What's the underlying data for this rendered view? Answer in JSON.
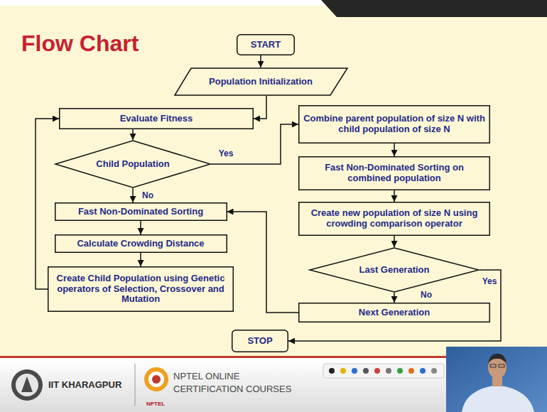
{
  "diagram": {
    "title": "Flow Chart",
    "nodes": [
      {
        "text": [
          "START"
        ]
      },
      {
        "text": [
          "Population Initialization"
        ]
      },
      {
        "text": [
          "Evaluate Fitness"
        ]
      },
      {
        "text": [
          "Child Population"
        ]
      },
      {
        "text": [
          "Fast Non-Dominated Sorting"
        ]
      },
      {
        "text": [
          "Calculate Crowding Distance"
        ]
      },
      {
        "text": [
          "Create Child Population using Genetic operators of Selection, Crossover and Mutation"
        ]
      },
      {
        "text": [
          "Combine parent population of size N with child population of size N"
        ]
      },
      {
        "text": [
          "Fast Non-Dominated Sorting on combined population"
        ]
      },
      {
        "text": [
          "Create new population of size N using crowding comparison operator"
        ]
      },
      {
        "text": [
          "Last Generation"
        ]
      },
      {
        "text": [
          "Next Generation"
        ]
      },
      {
        "text": [
          "STOP"
        ]
      }
    ],
    "edges": [
      {
        "from": 0,
        "to": 1,
        "arrow": "to"
      },
      {
        "from": 1,
        "to": 2,
        "arrow": "to"
      },
      {
        "from": 2,
        "to": 3,
        "arrow": "to"
      },
      {
        "from": 3,
        "to": 7,
        "arrow": "to",
        "label": "Yes"
      },
      {
        "from": 3,
        "to": 4,
        "arrow": "to",
        "label": "No"
      },
      {
        "from": 4,
        "to": 5,
        "arrow": "to"
      },
      {
        "from": 5,
        "to": 6,
        "arrow": "to"
      },
      {
        "from": 6,
        "to": 2,
        "arrow": "to"
      },
      {
        "from": 7,
        "to": 8,
        "arrow": "to"
      },
      {
        "from": 8,
        "to": 9,
        "arrow": "to"
      },
      {
        "from": 9,
        "to": 10,
        "arrow": "to"
      },
      {
        "from": 10,
        "to": 11,
        "arrow": "to",
        "label": "No"
      },
      {
        "from": 10,
        "to": 12,
        "arrow": "to",
        "label": "Yes"
      },
      {
        "from": 11,
        "to": 4,
        "arrow": "to"
      }
    ],
    "labels": [
      "IIT KHARAGPUR",
      "NPTEL ONLINE CERTIFICATION COURSES",
      "NPTEL"
    ]
  }
}
